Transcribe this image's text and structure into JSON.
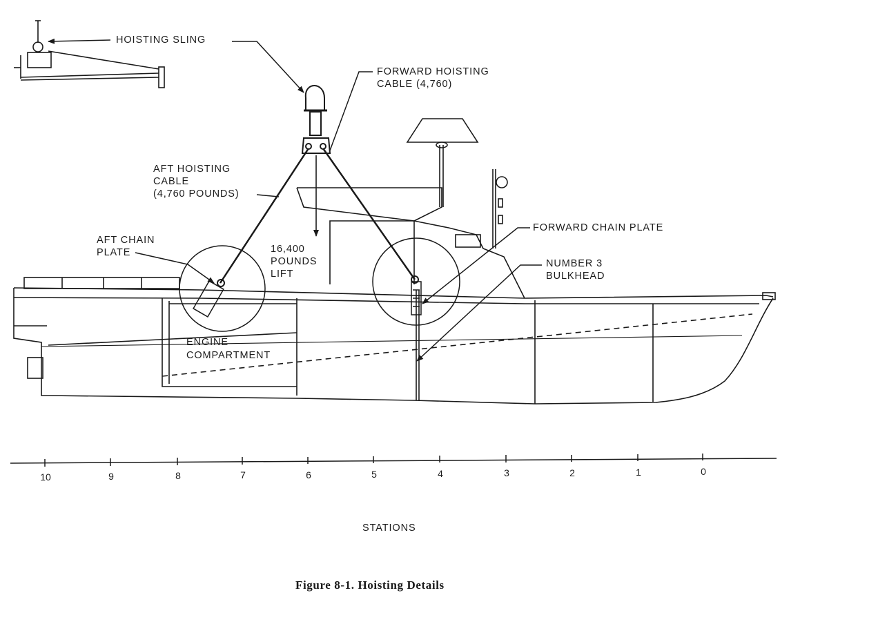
{
  "labels": {
    "hoisting_sling": "HOISTING SLING",
    "forward_hoisting_cable": [
      "FORWARD HOISTING",
      "CABLE (4,760)"
    ],
    "aft_hoisting_cable": [
      "AFT HOISTING",
      "CABLE",
      "(4,760 POUNDS)"
    ],
    "aft_chain_plate": [
      "AFT CHAIN",
      "PLATE"
    ],
    "lift": [
      "16,400",
      "POUNDS",
      "LIFT"
    ],
    "forward_chain_plate": "FORWARD CHAIN PLATE",
    "number_3_bulkhead": [
      "NUMBER 3",
      "BULKHEAD"
    ],
    "engine_compartment": [
      "ENGINE",
      "COMPARTMENT"
    ]
  },
  "stations": {
    "ticks": [
      "10",
      "9",
      "8",
      "7",
      "6",
      "5",
      "4",
      "3",
      "2",
      "1",
      "0"
    ],
    "title": "STATIONS"
  },
  "caption": "Figure 8-1.  Hoisting Details"
}
